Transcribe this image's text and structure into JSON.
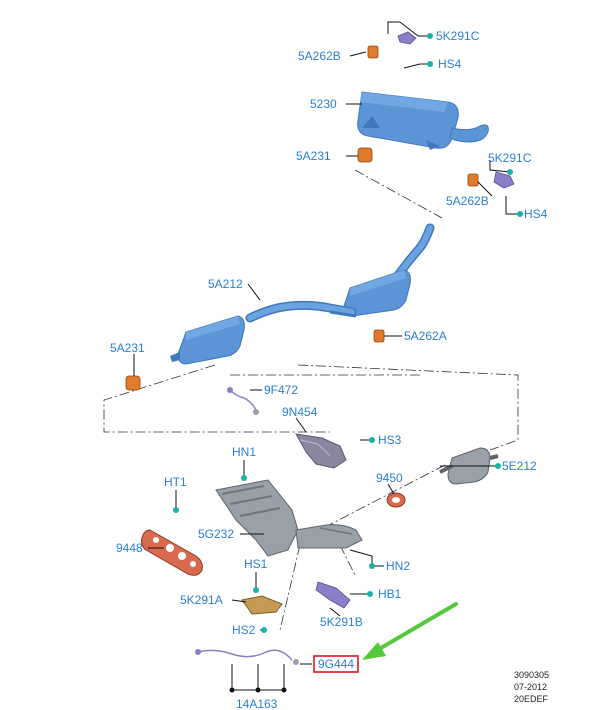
{
  "colors": {
    "label": "#2a7fd4",
    "pipe": "#5b95d6",
    "pipe_dark": "#3f79bd",
    "rubber": "#e07a2c",
    "gasket": "#d96a50",
    "bracket": "#8a7fc9",
    "metal": "#9aa0a8",
    "dot": "#17b3a8",
    "highlight": "#e0303a",
    "arrow": "#55c93a"
  },
  "labels": {
    "p5K291C_top": "5K291C",
    "p5A262B_top": "5A262B",
    "pHS4_top": "HS4",
    "p5230": "5230",
    "p5A231_top": "5A231",
    "p5K291C_right": "5K291C",
    "p5A262B_right": "5A262B",
    "pHS4_right": "HS4",
    "p5A212": "5A212",
    "p5A262A": "5A262A",
    "p5A231_left": "5A231",
    "p9F472": "9F472",
    "p9N454": "9N454",
    "pHS3": "HS3",
    "pHN1": "HN1",
    "pHT1": "HT1",
    "p9450": "9450",
    "p5E212": "5E212",
    "p9448": "9448",
    "p5G232": "5G232",
    "pHN2": "HN2",
    "pHS1": "HS1",
    "pHB1": "HB1",
    "p5K291A": "5K291A",
    "p5K291B": "5K291B",
    "pHS2": "HS2",
    "p9G444": "9G444",
    "p14A163": "14A163"
  },
  "reference": {
    "number": "3090305",
    "date": "07-2012",
    "code": "20EDEF"
  }
}
